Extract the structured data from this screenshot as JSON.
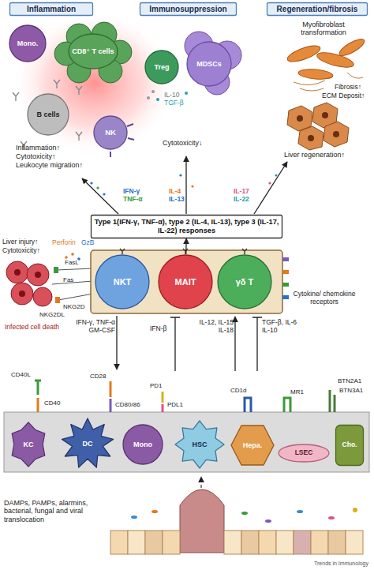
{
  "diagram": {
    "nodes": [
      {
        "text": [
          "Inflammation"
        ]
      },
      {
        "text": [
          "Immunosuppression"
        ]
      },
      {
        "text": [
          "Regeneration/fibrosis"
        ]
      },
      {
        "text": [
          "Mono."
        ]
      },
      {
        "text": [
          "CD8⁺ T cells"
        ]
      },
      {
        "text": [
          "B cells"
        ]
      },
      {
        "text": [
          "NK"
        ]
      },
      {
        "text": [
          "Treg"
        ]
      },
      {
        "text": [
          "MDSCs"
        ]
      },
      {
        "text": [
          "Type 1(IFN-γ, TNF-α), type 2 (IL-4, IL-13), type 3 (IL-17, IL-22) responses"
        ]
      },
      {
        "text": [
          "NKT"
        ]
      },
      {
        "text": [
          "MAIT"
        ]
      },
      {
        "text": [
          "γδ T"
        ]
      },
      {
        "text": [
          "KC"
        ]
      },
      {
        "text": [
          "DC"
        ]
      },
      {
        "text": [
          "Mono"
        ]
      },
      {
        "text": [
          "HSC"
        ]
      },
      {
        "text": [
          "Hepa."
        ]
      },
      {
        "text": [
          "LSEC"
        ]
      },
      {
        "text": [
          "Cho."
        ]
      }
    ],
    "edges": [
      {
        "from": 11,
        "to": 9,
        "arrow": "to"
      }
    ],
    "labels": [
      "Inflammation↑",
      "Cytotoxicity↑",
      "Leukocyte migration↑",
      "IL-10",
      "TGF-β",
      "Cytotoxicity↓",
      "Myofibroblast transformation",
      "Fibrosis↑",
      "ECM Deposit↑",
      "Liver regeneration↑",
      "IFN-γ",
      "TNF-α",
      "IL-4",
      "IL-13",
      "IL-17",
      "IL-22",
      "Liver injury↑",
      "Cytotoxicity↑",
      "Perforin",
      "GzB",
      "FasL",
      "Fas",
      "NKG2D",
      "NKG2DL",
      "Infected cell death",
      "Cytokine/ chemokine receptors",
      "IFN-γ, TNF-α GM-CSF",
      "IFN-β",
      "IL-12, IL-15 IL-18",
      "TGF-β, IL-6 IL-10",
      "CD40L",
      "CD40",
      "CD28",
      "CD80/86",
      "PD1",
      "PDL1",
      "CD1d",
      "MR1",
      "BTN2A1",
      "BTN3A1",
      "DAMPs, PAMPs, alarmins, bacterial, fungal and viral translocation",
      "Trends in Immunology"
    ]
  }
}
